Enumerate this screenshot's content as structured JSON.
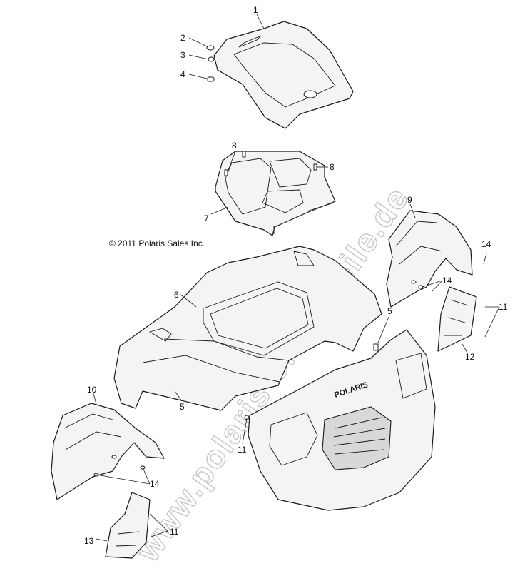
{
  "copyright": "© 2011 Polaris Sales Inc.",
  "watermark": "www.polaris-ersatzteile.de",
  "grille_brand": "POLARIS",
  "callouts": {
    "c1": "1",
    "c2": "2",
    "c3": "3",
    "c4": "4",
    "c5a": "5",
    "c5b": "5",
    "c6": "6",
    "c7": "7",
    "c8a": "8",
    "c8b": "8",
    "c9": "9",
    "c10": "10",
    "c11a": "11",
    "c11b": "11",
    "c11c": "11",
    "c12": "12",
    "c13": "13",
    "c14a": "14",
    "c14b": "14",
    "c14c": "14"
  }
}
